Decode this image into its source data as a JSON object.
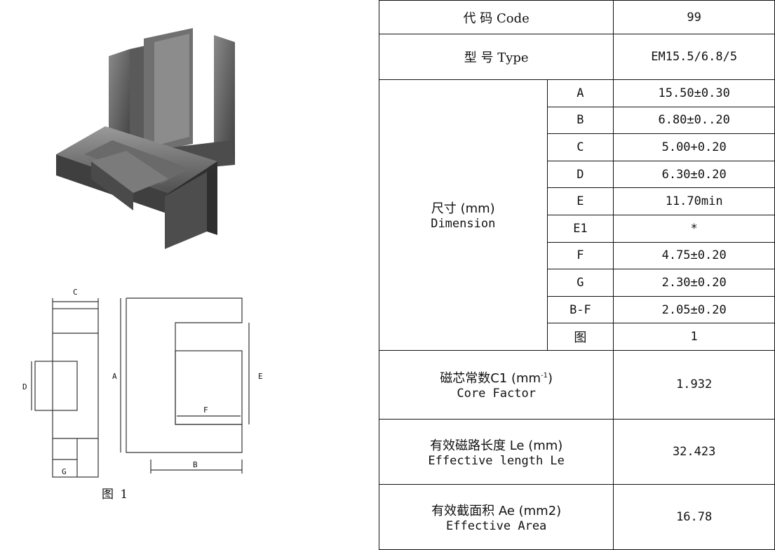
{
  "figure": {
    "caption": "图 1",
    "dim_labels": {
      "A": "A",
      "B": "B",
      "C": "C",
      "D": "D",
      "E": "E",
      "F": "F",
      "G": "G"
    }
  },
  "table": {
    "code_label": "代 码 Code",
    "code_value": "99",
    "type_label": "型 号 Type",
    "type_value": "EM15.5/6.8/5",
    "dimension_label_cn": "尺寸 (mm)",
    "dimension_label_en": "Dimension",
    "dimensions": [
      {
        "key": "A",
        "value": "15.50±0.30"
      },
      {
        "key": "B",
        "value": "6.80±0..20"
      },
      {
        "key": "C",
        "value": "5.00+0.20"
      },
      {
        "key": "D",
        "value": "6.30±0.20"
      },
      {
        "key": "E",
        "value": "11.70min"
      },
      {
        "key": "E1",
        "value": "*"
      },
      {
        "key": "F",
        "value": "4.75±0.20"
      },
      {
        "key": "G",
        "value": "2.30±0.20"
      },
      {
        "key": "B-F",
        "value": "2.05±0.20"
      },
      {
        "key": "图",
        "value": "1"
      }
    ],
    "core_factor_cn": "磁芯常数C1 (mm",
    "core_factor_sup": "-1",
    "core_factor_close": ")",
    "core_factor_en": "Core Factor",
    "core_factor_value": "1.932",
    "eff_length_cn": "有效磁路长度 Le (mm)",
    "eff_length_en": "Effective length Le",
    "eff_length_value": "32.423",
    "eff_area_cn": "有效截面积 Ae (mm2)",
    "eff_area_en": "Effective Area",
    "eff_area_value": "16.78"
  }
}
